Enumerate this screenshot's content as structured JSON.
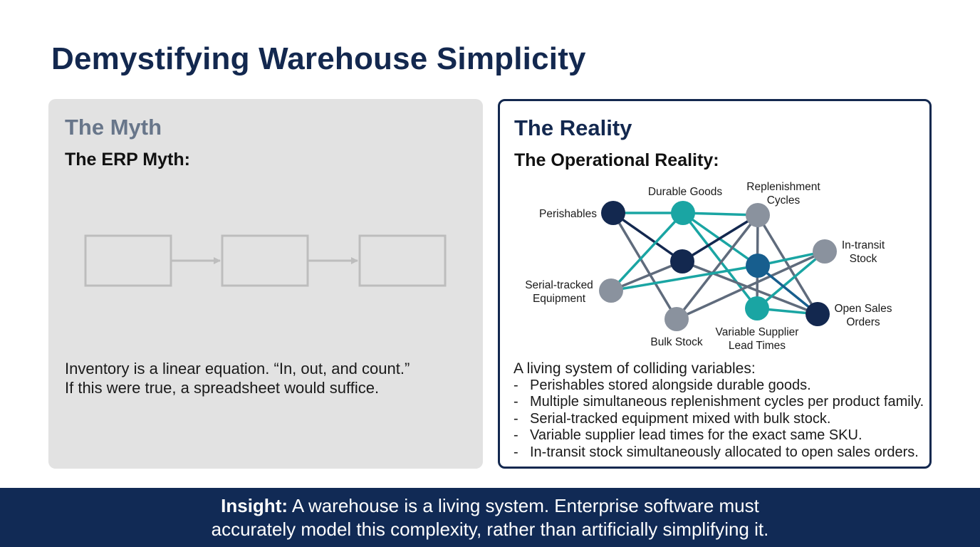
{
  "title": "Demystifying Warehouse Simplicity",
  "myth": {
    "heading": "The Myth",
    "subheading": "The ERP Myth:",
    "lines": [
      "Inventory is a linear equation. “In, out, and count.”",
      "If this were true, a spreadsheet would suffice."
    ]
  },
  "reality": {
    "heading": "The Reality",
    "subheading": "The Operational Reality:",
    "network": {
      "nodes": [
        {
          "id": "perishables",
          "label": [
            "Perishables"
          ],
          "color": "#13284f"
        },
        {
          "id": "durable",
          "label": [
            "Durable Goods"
          ],
          "color": "#1aa5a3"
        },
        {
          "id": "replenishment",
          "label": [
            "Replenishment",
            "Cycles"
          ],
          "color": "#8a929e"
        },
        {
          "id": "center",
          "label": [],
          "color": "#13284f"
        },
        {
          "id": "intransit",
          "label": [
            "In-transit",
            "Stock"
          ],
          "color": "#8a929e"
        },
        {
          "id": "serial",
          "label": [
            "Serial-tracked",
            "Equipment"
          ],
          "color": "#8a929e"
        },
        {
          "id": "mid",
          "label": [],
          "color": "#175e8e"
        },
        {
          "id": "bulk",
          "label": [
            "Bulk Stock"
          ],
          "color": "#8a929e"
        },
        {
          "id": "variable",
          "label": [
            "Variable Supplier",
            "Lead Times"
          ],
          "color": "#1aa5a3"
        },
        {
          "id": "opensales",
          "label": [
            "Open Sales",
            "Orders"
          ],
          "color": "#13284f"
        }
      ]
    },
    "lead": "A living system of colliding variables:",
    "bullets": [
      "Perishables stored alongside durable goods.",
      "Multiple simultaneous replenishment cycles per product family.",
      "Serial-tracked equipment mixed with bulk stock.",
      "Variable supplier lead times for the exact same SKU.",
      "In-transit stock simultaneously allocated to open sales orders."
    ]
  },
  "insight": {
    "label": "Insight:",
    "line1": "A warehouse is a living system. Enterprise software must",
    "line2": "accurately model this complexity, rather than artificially simplifying it."
  },
  "colors": {
    "navy": "#13284f",
    "teal": "#1aa5a3",
    "gray": "#8a929e",
    "blue": "#175e8e",
    "banner": "#112a55"
  }
}
